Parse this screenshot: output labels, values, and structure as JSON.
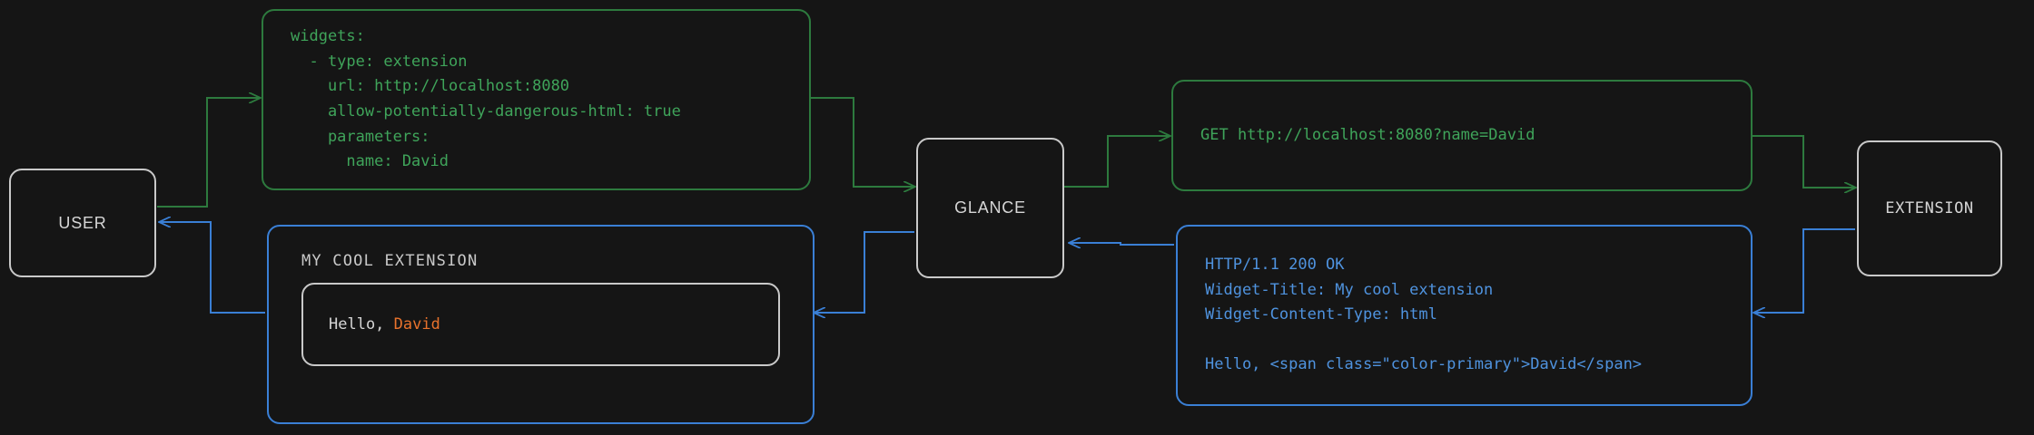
{
  "diagram": {
    "title": "Glance extension widget request flow",
    "background": "#151515",
    "colors": {
      "request": "#3fa45a",
      "response": "#4f93df",
      "neutral": "#c9c9c9",
      "accent": "#e8722c"
    }
  },
  "nodes": {
    "user": {
      "label": "USER"
    },
    "glance": {
      "label": "GLANCE"
    },
    "extension": {
      "label": "EXTENSION"
    }
  },
  "panels": {
    "config": {
      "kind": "yaml-config",
      "color": "#3fa45a",
      "text": "widgets:\n  - type: extension\n    url: http://localhost:8080\n    allow-potentially-dangerous-html: true\n    parameters:\n      name: David"
    },
    "request": {
      "kind": "http-request",
      "color": "#3fa45a",
      "text": "GET http://localhost:8080?name=David"
    },
    "response": {
      "kind": "http-response",
      "color": "#4f93df",
      "text": "HTTP/1.1 200 OK\nWidget-Title: My cool extension\nWidget-Content-Type: html\n\nHello, <span class=\"color-primary\">David</span>"
    },
    "widget": {
      "kind": "rendered-widget",
      "color": "#4f93df",
      "title": "MY COOL EXTENSION",
      "card_text_prefix": "Hello, ",
      "card_text_accent": "David"
    }
  }
}
